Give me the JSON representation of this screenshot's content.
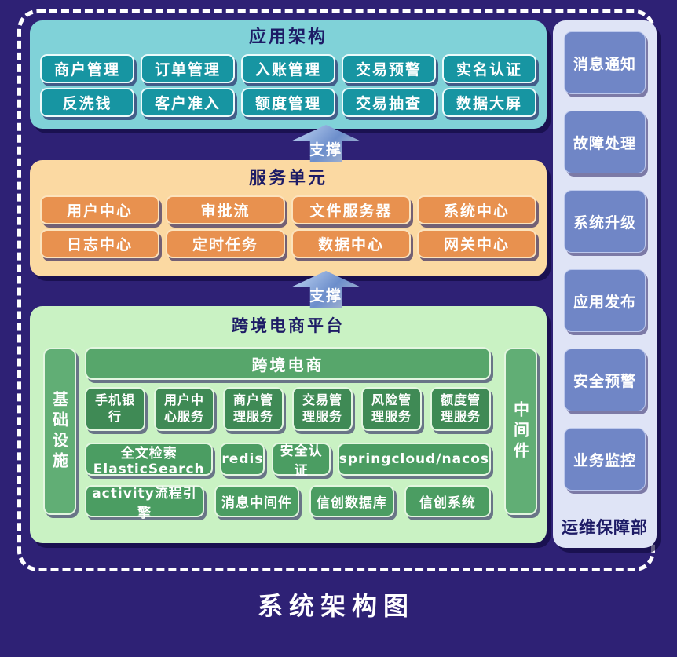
{
  "page_title": "系统架构图",
  "support_arrow": {
    "label": "支撑"
  },
  "app_panel": {
    "title": "应用架构",
    "rows": [
      [
        "商户管理",
        "订单管理",
        "入账管理",
        "交易预警",
        "实名认证"
      ],
      [
        "反洗钱",
        "客户准入",
        "额度管理",
        "交易抽查",
        "数据大屏"
      ]
    ]
  },
  "service_panel": {
    "title": "服务单元",
    "rows": [
      [
        "用户中心",
        "审批流",
        "文件服务器",
        "系统中心"
      ],
      [
        "日志中心",
        "定时任务",
        "数据中心",
        "网关中心"
      ]
    ]
  },
  "platform_panel": {
    "title": "跨境电商平台",
    "left_bar": "基础设施",
    "right_bar": "中间件",
    "top_bar": "跨境电商",
    "service_row": [
      "手机银行",
      "用户中心服务",
      "商户管理服务",
      "交易管理服务",
      "风险管理服务",
      "额度管理服务"
    ],
    "middleware_row": [
      "全文检索ElasticSearch",
      "redis",
      "安全认证",
      "springcloud/nacos"
    ],
    "infra_row": [
      "activity流程引擎",
      "消息中间件",
      "信创数据库",
      "信创系统"
    ]
  },
  "ops_panel": {
    "items": [
      "消息通知",
      "故障处理",
      "系统升级",
      "应用发布",
      "安全预警",
      "业务监控"
    ],
    "label": "运维保障部"
  },
  "colors": {
    "background": "#2e2175",
    "frame_border": "#ffffff",
    "app_panel_bg": "#80d2d8",
    "app_button_bg": "#1795a2",
    "service_panel_bg": "#fbd9a2",
    "service_button_bg": "#e8914f",
    "platform_panel_bg": "#c9f2c3",
    "platform_bar_bg": "#57a66b",
    "platform_service_bg": "#3f8a55",
    "platform_box_bg": "#4b9d62",
    "ops_panel_bg": "#dfe4f6",
    "ops_button_bg": "#7086c6",
    "arrow_gradient_start": "#bdd2f2",
    "arrow_gradient_end": "#6c8ecb",
    "title_text": "#1d1b66"
  }
}
